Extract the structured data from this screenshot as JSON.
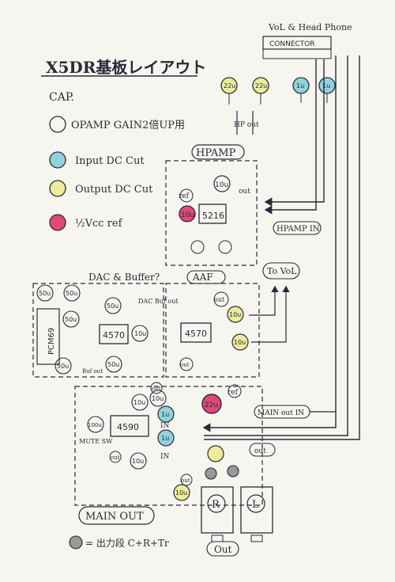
{
  "title": "X5DR基板レイアウト",
  "cap_label": "CAP.",
  "legend": [
    {
      "text": "OPAMP GAIN2倍UP用",
      "fill": "#f4f4f0"
    },
    {
      "text": "Input DC Cut",
      "fill": "#8fd3dc"
    },
    {
      "text": "Output DC Cut",
      "fill": "#ecec9a"
    },
    {
      "text": "½Vcc ref",
      "fill": "#e0487a"
    }
  ],
  "connector": {
    "title": "VoL & Head Phone",
    "label": "CONNECTOR"
  },
  "hp_out_label": "HP out",
  "top_caps": [
    {
      "text": "22u",
      "fill": "#ecec9a"
    },
    {
      "text": "22u",
      "fill": "#ecec9a"
    },
    {
      "text": "1u",
      "fill": "#8fd3dc"
    },
    {
      "text": "1u",
      "fill": "#8fd3dc"
    }
  ],
  "hpamp": {
    "label": "HPAMP",
    "chip": "5216",
    "ref": "ref",
    "cap_10u": "10u",
    "out": "out",
    "cap_10u_red": "10u",
    "in_label": "HPAMP IN"
  },
  "dac": {
    "label": "DAC & Buffer?",
    "pcm": "PCM69",
    "chip": "4570",
    "caps": [
      "50u",
      "50u",
      "50u",
      "50u",
      "50u",
      "10u",
      "50u"
    ],
    "dac_out": "DAC Buf out",
    "buf": "Buf out"
  },
  "aaf": {
    "label": "AAF",
    "chip": "4570",
    "out": "out",
    "caps": [
      "10u",
      "10u",
      "out"
    ]
  },
  "to_vol": "To VoL",
  "main": {
    "chip": "4590",
    "ref": "ref",
    "cap_22u": "22u",
    "caps": [
      "10u",
      "100u",
      "10u",
      "1u",
      "1u",
      "10u",
      "10u"
    ],
    "in_labels": [
      "IN",
      "IN"
    ],
    "out_labels": [
      "out",
      "out",
      "out",
      "out"
    ],
    "mute": "MUTE SW",
    "main_in": "MAIN out IN",
    "main_out": "MAIN OUT",
    "r": "R",
    "l": "L",
    "out_bottom": "Out"
  },
  "footnote": "= 出力段 C+R+Tr"
}
